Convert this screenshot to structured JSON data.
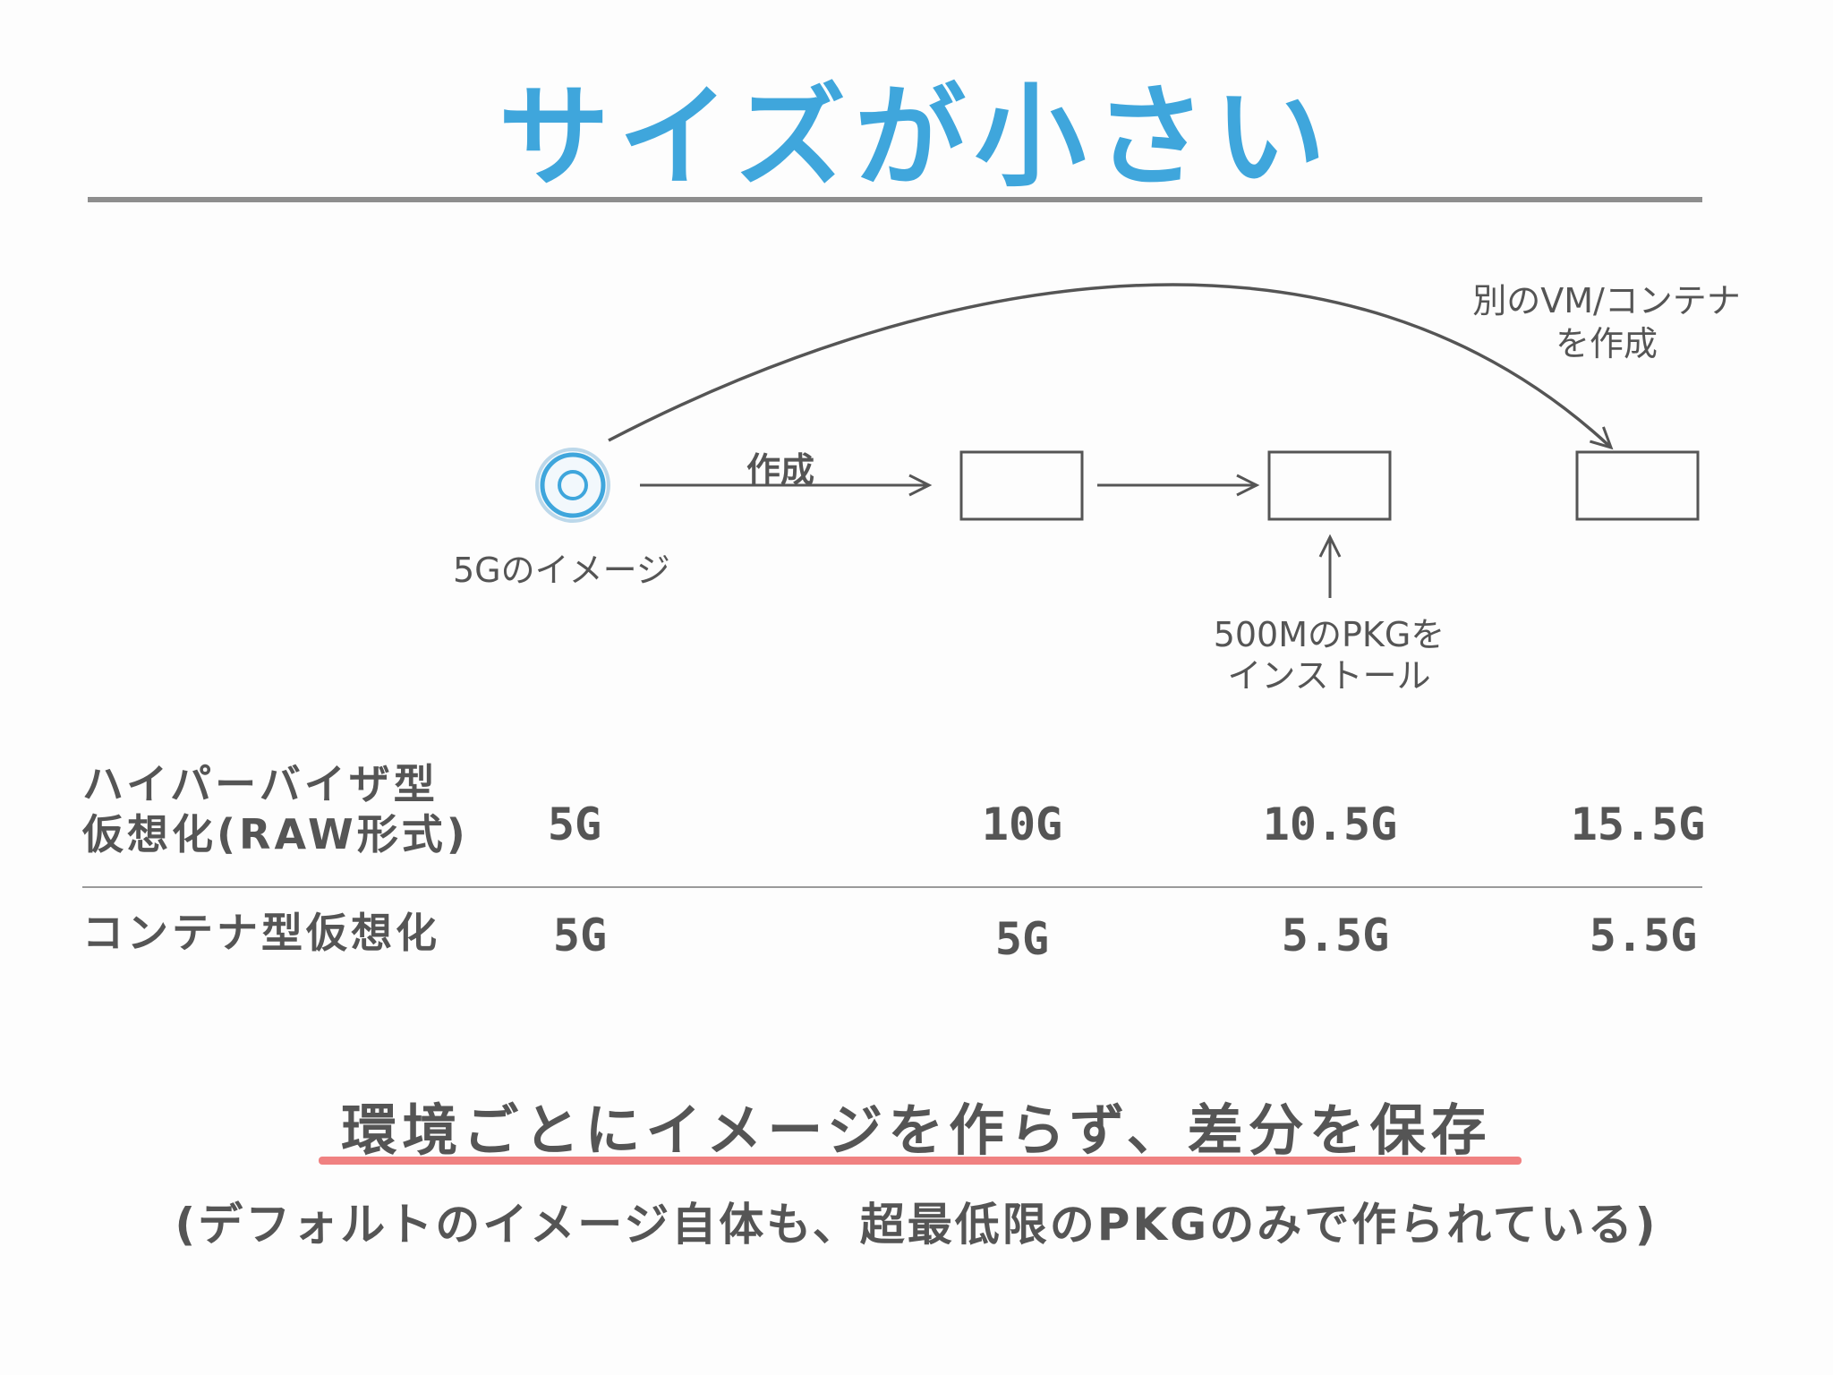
{
  "title": "サイズが小さい",
  "diagram": {
    "image_label": "5Gのイメージ",
    "create_label": "作成",
    "install_label_line1": "500MのPKGを",
    "install_label_line2": "インストール",
    "new_vm_label_line1": "別のVM/コンテナ",
    "new_vm_label_line2": "を作成"
  },
  "comparison": {
    "rows": [
      {
        "label_line1": "ハイパーバイザ型",
        "label_line2": "仮想化(RAW形式)",
        "values": [
          "5G",
          "10G",
          "10.5G",
          "15.5G"
        ]
      },
      {
        "label_line1": "コンテナ型仮想化",
        "values": [
          "5G",
          "5G",
          "5.5G",
          "5.5G"
        ]
      }
    ]
  },
  "message": "環境ごとにイメージを作らず、差分を保存",
  "note": "(デフォルトのイメージ自体も、超最低限のPKGのみで作られている)",
  "colors": {
    "title": "#3fa6dc",
    "image_ring": "#3fa6dc",
    "underline": "#f08181",
    "text": "#555555"
  }
}
